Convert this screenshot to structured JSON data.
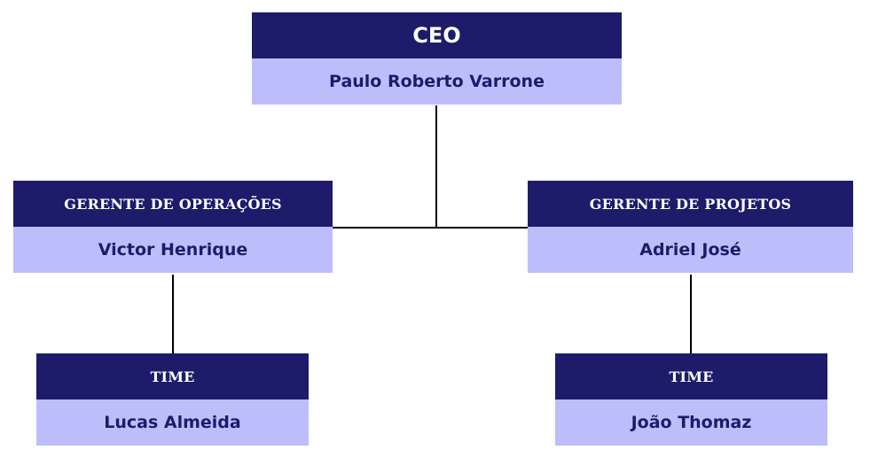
{
  "chart": {
    "ceo": {
      "title": "CEO",
      "name": "Paulo Roberto Varrone"
    },
    "operations_manager": {
      "title": "GERENTE DE OPERAÇÕES",
      "name": "Victor Henrique"
    },
    "projects_manager": {
      "title": "GERENTE DE PROJETOS",
      "name": "Adriel José"
    },
    "team_left": {
      "title": "TIME",
      "name": "Lucas Almeida"
    },
    "team_right": {
      "title": "TIME",
      "name": "João Thomaz"
    }
  },
  "colors": {
    "header_bg": "#1e1b6b",
    "header_text": "#ffffff",
    "name_bg": "#bdbdfc",
    "name_text": "#1e1b6b",
    "connector": "#000000"
  }
}
